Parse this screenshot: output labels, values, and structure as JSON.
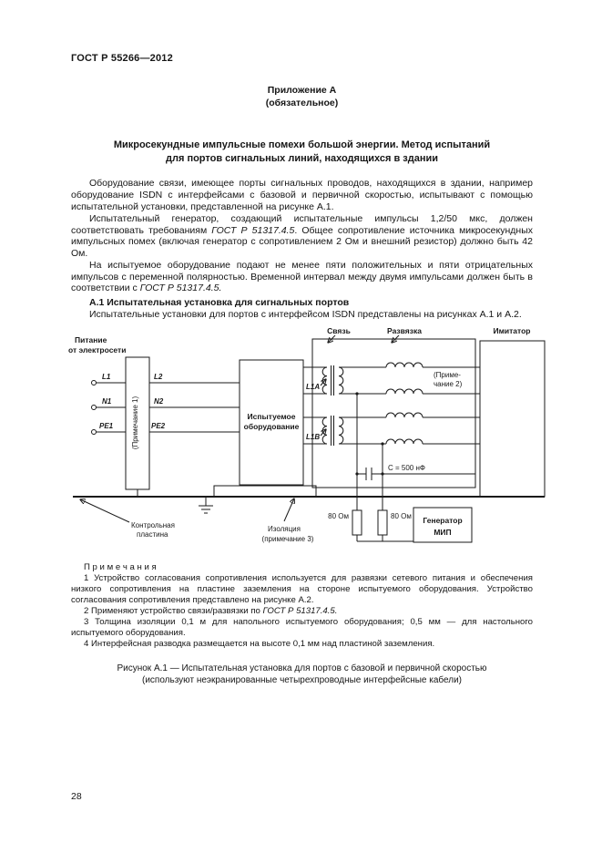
{
  "header": {
    "doc_number": "ГОСТ Р 55266—2012"
  },
  "appendix": {
    "title": "Приложение А",
    "subtitle": "(обязательное)"
  },
  "section_title": {
    "line1": "Микросекундные импульсные помехи большой энергии. Метод испытаний",
    "line2": "для портов сигнальных линий, находящихся в здании"
  },
  "paragraphs": {
    "p1": "Оборудование связи, имеющее порты сигнальных проводов, находящихся в здании, например оборудование ISDN с интерфейсами с базовой и первичной скоростью, испытывают с помощью испытательной установки, представленной на рисунке А.1.",
    "p2_part1": "Испытательный генератор, создающий испытательные импульсы 1,2/50 мкс, должен соответствовать требованиям ",
    "p2_ref": "ГОСТ Р 51317.4.5",
    "p2_part2": ". Общее сопротивление источника микросекундных импульсных помех (включая генератор с сопротивлением 2 Ом и внешний резистор) должно быть 42 Ом.",
    "p3_part1": "На испытуемое оборудование подают не менее пяти положительных и пяти отрицательных импульсов с переменной полярностью. Временной интервал между двумя импульсами должен быть в соответствии с ",
    "p3_ref": "ГОСТ Р 51317.4.5.",
    "subsection_heading": "А.1 Испытательная установка для сигнальных портов",
    "p4": "Испытательные установки для портов с интерфейсом ISDN представлены на рисунках А.1 и А.2."
  },
  "diagram": {
    "power_line1": "Питание",
    "power_line2": "от электросети",
    "coupling_label": "Связь",
    "decoupling_label": "Развязка",
    "simulator_label": "Имитатор",
    "terminal_l1": "L1",
    "terminal_n1": "N1",
    "terminal_pe1": "PE1",
    "terminal_l2": "L2",
    "terminal_n2": "N2",
    "terminal_pe2": "PE2",
    "note1_label": "(Примечание 1)",
    "eut_line1": "Испытуемое",
    "eut_line2": "оборудование",
    "transformer_a": "L1A",
    "transformer_b": "L1B",
    "note2_line1": "(Приме-",
    "note2_line2": "чание 2)",
    "cap_label": "C  = 500 нФ",
    "resistor1_label": "80 Ом",
    "resistor2_label": "80 Ом",
    "generator_line1": "Генератор",
    "generator_line2": "МИП",
    "plate_line1": "Контрольная",
    "plate_line2": "пластина",
    "insulation_line1": "Изоляция",
    "insulation_line2": "(примечание 3)"
  },
  "notes": {
    "heading": "П р и м е ч а н и я",
    "n1": "1 Устройство согласования сопротивления используется для развязки сетевого питания и обеспечения низкого сопротивления на пластине заземления на стороне испытуемого оборудования. Устройство согласования сопротивления представлено на рисунке А.2.",
    "n2_part1": "2 Применяют устройство связи/развязки по ",
    "n2_ref": "ГОСТ Р 51317.4.5.",
    "n3": "3 Толщина изоляции 0,1 м для напольного испытуемого оборудования; 0,5 мм — для настольного испытуемого оборудования.",
    "n4": "4 Интерфейсная разводка размещается на высоте 0,1 мм над пластиной заземления."
  },
  "caption": {
    "line1": "Рисунок  А.1 — Испытательная установка для портов с базовой и первичной скоростью",
    "line2": "(используют неэкранированные четырехпроводные интерфейсные кабели)"
  },
  "footer": {
    "page_number": "28"
  }
}
